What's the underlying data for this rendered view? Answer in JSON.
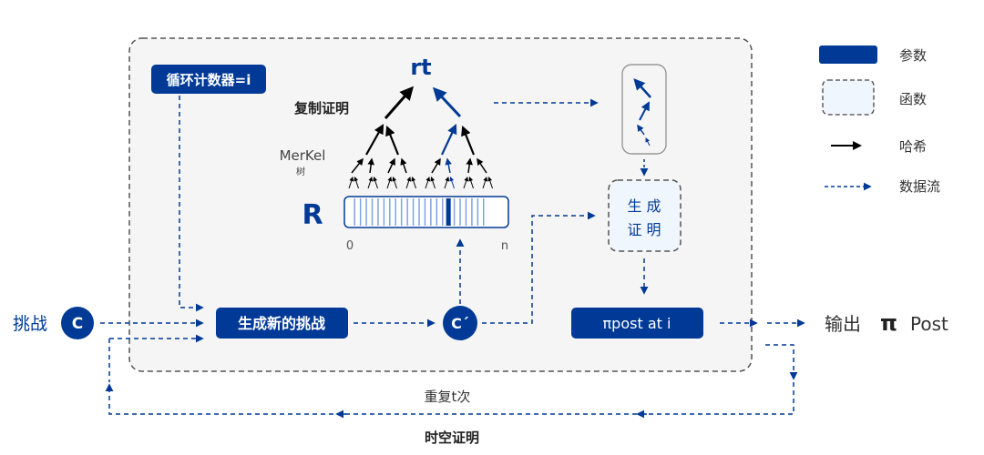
{
  "colors": {
    "primary": "#003a96",
    "hash": "#000000",
    "frame_bg": "#f5f5f5",
    "frame_border": "#555555",
    "function_bg": "#f0f6fd",
    "cell_line": "#7fa3e0",
    "text_dark": "#333333",
    "text_gray": "#555555"
  },
  "nodes": {
    "counter": "循环计数器=i",
    "replication_proof": "复制证明",
    "root": "rt",
    "merkle_tree": "MerKel",
    "merkle_tree_sub": "树",
    "replica": "R",
    "range_start": "0",
    "range_end": "n",
    "generate_proof_line1": "生 成",
    "generate_proof_line2": "证 明",
    "challenge_label": "挑战",
    "challenge_symbol": "C",
    "new_challenge": "生成新的挑战",
    "new_challenge_symbol": "C´",
    "proof_at_i": "πpost at i",
    "output_label": "输出",
    "output_pi": "π",
    "output_post": "Post",
    "repeat_label": "重复t次",
    "footer_title": "时空证明"
  },
  "legend": [
    {
      "icon": "parameter-swatch",
      "label": "参数"
    },
    {
      "icon": "function-swatch",
      "label": "函数"
    },
    {
      "icon": "hash-arrow",
      "label": "哈希"
    },
    {
      "icon": "dataflow-arrow",
      "label": "数据流"
    }
  ],
  "replica_cells": {
    "count": 23,
    "highlight_index": 16
  }
}
